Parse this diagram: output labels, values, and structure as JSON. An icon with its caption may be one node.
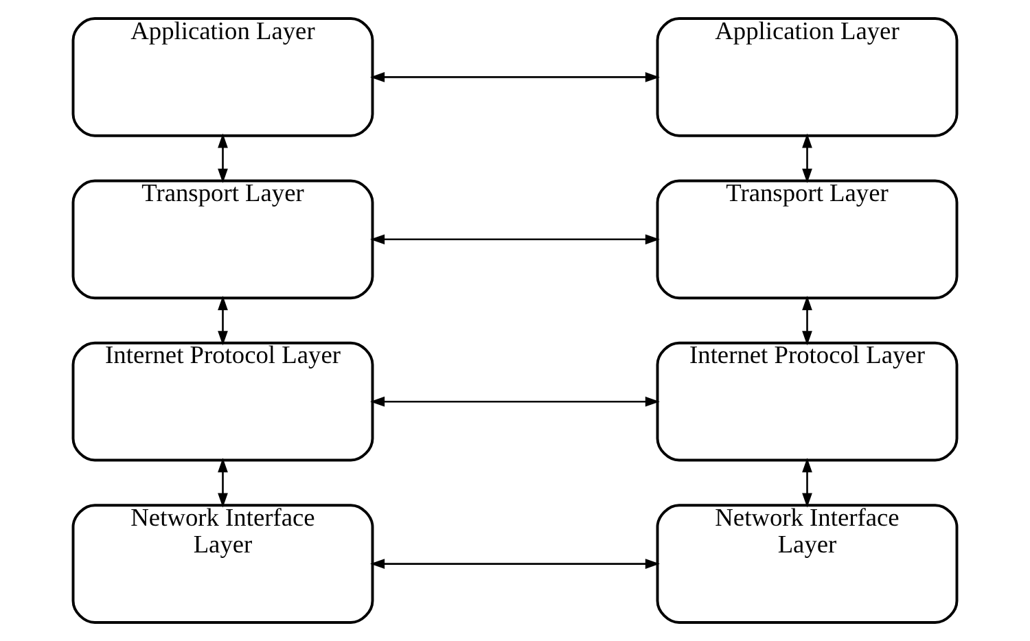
{
  "diagram": {
    "nodes": [
      {
        "text": [
          "Application Layer"
        ]
      },
      {
        "text": [
          "Application Layer"
        ]
      },
      {
        "text": [
          "Transport Layer"
        ]
      },
      {
        "text": [
          "Transport Layer"
        ]
      },
      {
        "text": [
          "Internet Protocol Layer"
        ]
      },
      {
        "text": [
          "Internet Protocol Layer"
        ]
      },
      {
        "text": [
          "Network Interface Layer"
        ]
      },
      {
        "text": [
          "Network Interface Layer"
        ]
      }
    ],
    "edges": [
      {
        "from": 0,
        "to": 1,
        "arrow": "both"
      },
      {
        "from": 0,
        "to": 2,
        "arrow": "both"
      },
      {
        "from": 1,
        "to": 3,
        "arrow": "both"
      },
      {
        "from": 2,
        "to": 3,
        "arrow": "both"
      },
      {
        "from": 2,
        "to": 4,
        "arrow": "both"
      },
      {
        "from": 3,
        "to": 5,
        "arrow": "both"
      },
      {
        "from": 4,
        "to": 5,
        "arrow": "both"
      },
      {
        "from": 4,
        "to": 6,
        "arrow": "both"
      },
      {
        "from": 5,
        "to": 7,
        "arrow": "both"
      },
      {
        "from": 6,
        "to": 7,
        "arrow": "both"
      }
    ]
  }
}
